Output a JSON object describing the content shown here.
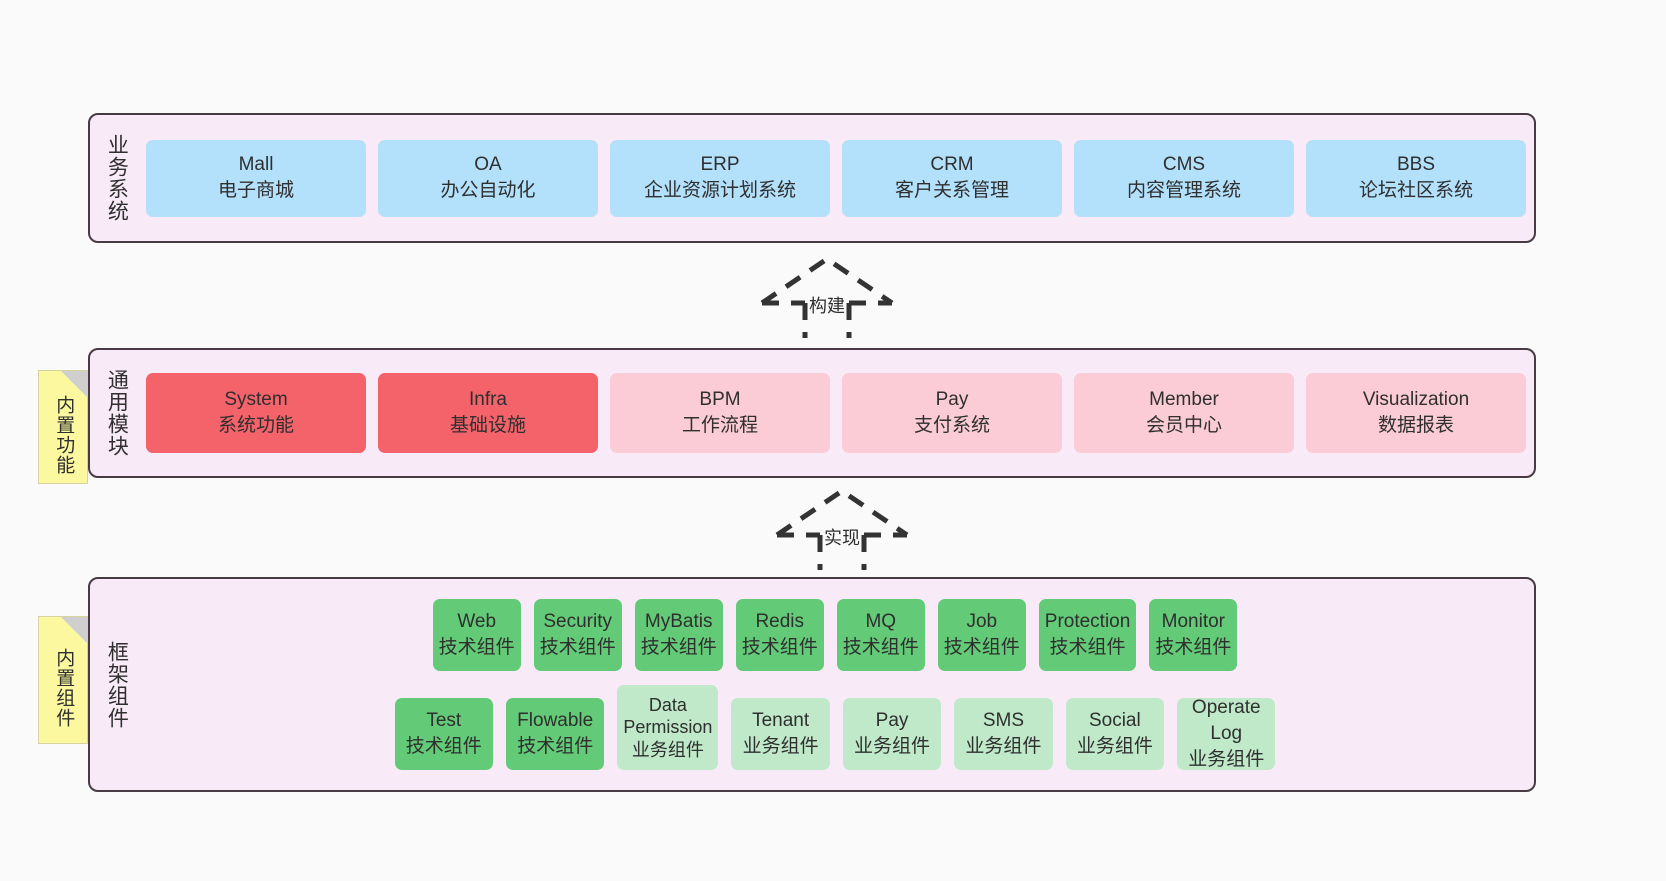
{
  "layers": {
    "business": {
      "title": "业务系统",
      "cards": [
        {
          "en": "Mall",
          "cn": "电子商城"
        },
        {
          "en": "OA",
          "cn": "办公自动化"
        },
        {
          "en": "ERP",
          "cn": "企业资源计划系统"
        },
        {
          "en": "CRM",
          "cn": "客户关系管理"
        },
        {
          "en": "CMS",
          "cn": "内容管理系统"
        },
        {
          "en": "BBS",
          "cn": "论坛社区系统"
        }
      ]
    },
    "modules": {
      "title": "通用模块",
      "note": "内置功能",
      "cards": [
        {
          "en": "System",
          "cn": "系统功能",
          "tone": "red"
        },
        {
          "en": "Infra",
          "cn": "基础设施",
          "tone": "red"
        },
        {
          "en": "BPM",
          "cn": "工作流程",
          "tone": "pink"
        },
        {
          "en": "Pay",
          "cn": "支付系统",
          "tone": "pink"
        },
        {
          "en": "Member",
          "cn": "会员中心",
          "tone": "pink"
        },
        {
          "en": "Visualization",
          "cn": "数据报表",
          "tone": "pink"
        }
      ]
    },
    "framework": {
      "title": "框架组件",
      "note": "内置组件",
      "row1": [
        {
          "en": "Web",
          "cn": "技术组件",
          "tone": "green"
        },
        {
          "en": "Security",
          "cn": "技术组件",
          "tone": "green"
        },
        {
          "en": "MyBatis",
          "cn": "技术组件",
          "tone": "green"
        },
        {
          "en": "Redis",
          "cn": "技术组件",
          "tone": "green"
        },
        {
          "en": "MQ",
          "cn": "技术组件",
          "tone": "green"
        },
        {
          "en": "Job",
          "cn": "技术组件",
          "tone": "green"
        },
        {
          "en": "Protection",
          "cn": "技术组件",
          "tone": "green"
        },
        {
          "en": "Monitor",
          "cn": "技术组件",
          "tone": "green"
        }
      ],
      "row2": [
        {
          "en": "Test",
          "cn": "技术组件",
          "tone": "green"
        },
        {
          "en": "Flowable",
          "cn": "技术组件",
          "tone": "green"
        },
        {
          "en": "Data Permission",
          "cn": "业务组件",
          "tone": "mint"
        },
        {
          "en": "Tenant",
          "cn": "业务组件",
          "tone": "mint"
        },
        {
          "en": "Pay",
          "cn": "业务组件",
          "tone": "mint"
        },
        {
          "en": "SMS",
          "cn": "业务组件",
          "tone": "mint"
        },
        {
          "en": "Social",
          "cn": "业务组件",
          "tone": "mint"
        },
        {
          "en": "Operate Log",
          "cn": "业务组件",
          "tone": "mint"
        }
      ]
    }
  },
  "arrows": [
    {
      "id": "build",
      "label": "构建"
    },
    {
      "id": "implement",
      "label": "实现"
    }
  ],
  "colors": {
    "background": "#fafafa",
    "band_fill": "#f8eaf6",
    "band_border": "#4a3a44",
    "business_card": "#b3e0fb",
    "module_primary": "#f4626a",
    "module_secondary": "#fbccd5",
    "tech_component": "#63ca77",
    "business_component": "#bfe9c8",
    "note_fill": "#fbf8a0",
    "note_fold": "#cfcfcf",
    "arrow_stroke": "#333333"
  }
}
